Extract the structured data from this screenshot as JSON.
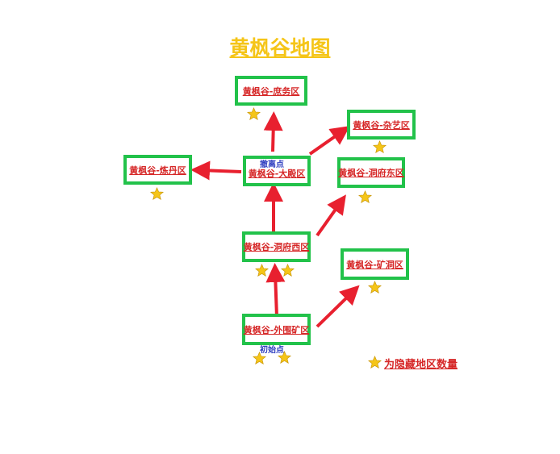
{
  "title": "黄枫谷地图",
  "areas": {
    "shuwu": "黄枫谷-庶务区",
    "zayi": "黄枫谷-杂艺区",
    "liandan": "黄枫谷-炼丹区",
    "dadian": "黄枫谷-大殿区",
    "dongfudong": "黄枫谷-洞府东区",
    "dongfuxi": "黄枫谷-洞府西区",
    "kuangdong": "黄枫谷-矿洞区",
    "waiwei": "黄枫谷-外围矿区"
  },
  "notes": {
    "evac": "撤离点",
    "start": "初始点"
  },
  "legend": "为隐藏地区数量",
  "colors": {
    "title": "#f5c518",
    "box_border": "#22c24a",
    "area_text": "#d62828",
    "arrow": "#e8202f",
    "note": "#3040c0"
  },
  "icons": [
    "star-icon"
  ]
}
